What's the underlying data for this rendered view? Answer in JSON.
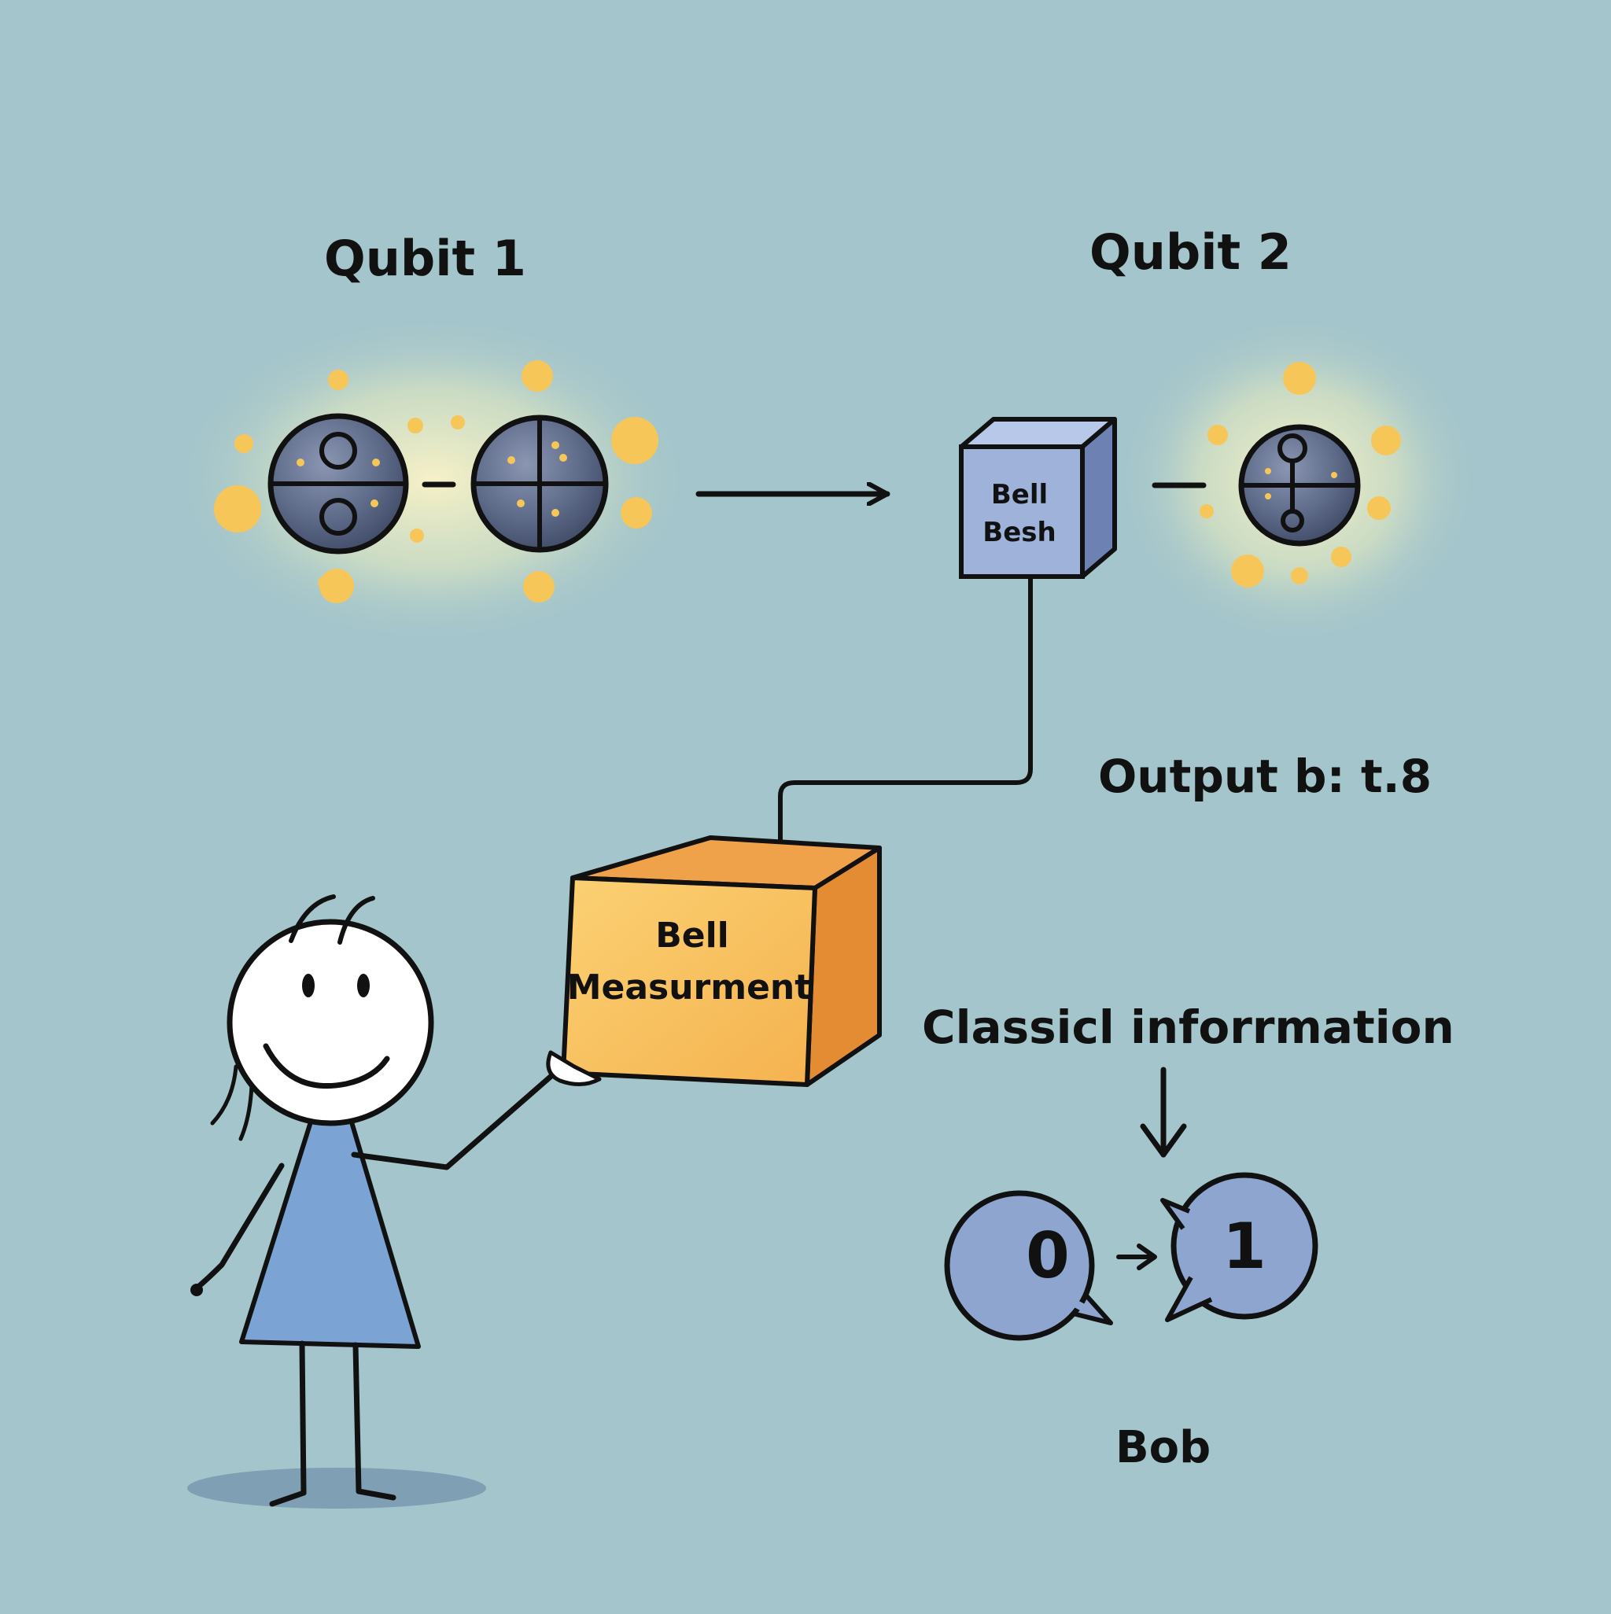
{
  "labels": {
    "qubit1": "Qubit 1",
    "qubit2": "Qubit 2",
    "output": "Output b: t.8",
    "classical_info": "Classicl inforrmation",
    "bob": "Bob"
  },
  "boxes": {
    "bell_besh_line1": "Bell",
    "bell_besh_line2": "Besh",
    "measurement_line1": "Bell",
    "measurement_line2": "Measurment"
  },
  "bits": {
    "before": "0",
    "after": "1"
  },
  "colors": {
    "background": "#a4c5cb",
    "qubit_fill": "#5d6a88",
    "glow": "#f7c659",
    "bell_besh_box": "#9fb3da",
    "measurement_box": "#f7c25f",
    "dress": "#7ba4d4",
    "speech_bubble": "#8da5cf"
  }
}
